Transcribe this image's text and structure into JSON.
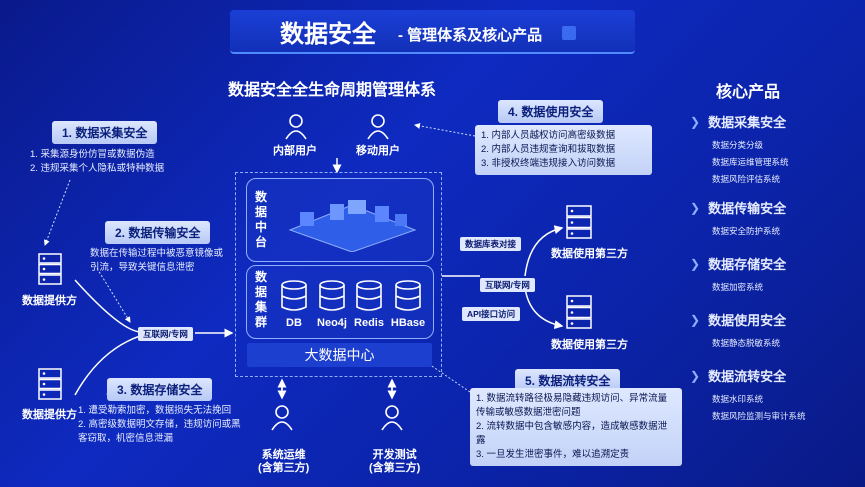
{
  "header": {
    "title": "数据安全",
    "subtitle": "- 管理体系及核心产品"
  },
  "lifecycle_title": "数据安全全生命周期管理体系",
  "core_title": "核心产品",
  "stages": {
    "s1": {
      "title": "1. 数据采集安全",
      "items": [
        "1. 采集源身份仿冒或数据伪造",
        "2. 违规采集个人隐私或特种数据"
      ]
    },
    "s2": {
      "title": "2. 数据传输安全",
      "text": "数据在传输过程中被恶意镜像或引流，导致关键信息泄密"
    },
    "s3": {
      "title": "3. 数据存储安全",
      "items": [
        "1. 遭受勒索加密，数据损失无法挽回",
        "2. 高密级数据明文存储，违规访问或黑客窃取，机密信息泄漏"
      ]
    },
    "s4": {
      "title": "4. 数据使用安全",
      "items": [
        "1. 内部人员越权访问高密级数据",
        "2. 内部人员违规查询和拔取数据",
        "3. 非授权终端违规接入访问数据"
      ]
    },
    "s5": {
      "title": "5. 数据流转安全",
      "items": [
        "1. 数据流转路径极易隐藏违规访问、异常流量传输或敏感数据泄密问题",
        "2. 流转数据中包含敏感内容，造成敏感数据泄露",
        "3. 一旦发生泄密事件，难以追溯定责"
      ]
    }
  },
  "users": {
    "internal": "内部用户",
    "mobile": "移动用户"
  },
  "center": {
    "platform_label": "数据中台",
    "cluster_label": "数据集群",
    "bigdata": "大数据中心",
    "dbs": [
      "DB",
      "Neo4j",
      "Redis",
      "HBase"
    ]
  },
  "left_nodes": [
    "数据提供方",
    "数据提供方"
  ],
  "network_label": "互联网/专网",
  "right": {
    "db_link": "数据库表对接",
    "api": "API接口访问",
    "net": "互联网/专网",
    "third1": "数据使用第三方",
    "third2": "数据使用第三方"
  },
  "bottom": {
    "ops": [
      "系统运维",
      "(含第三方)"
    ],
    "dev": [
      "开发测试",
      "(含第三方)"
    ]
  },
  "products": [
    {
      "name": "数据采集安全",
      "items": [
        "数据分类分级",
        "数据库运维管理系统",
        "数据风险评估系统"
      ]
    },
    {
      "name": "数据传输安全",
      "items": [
        "数据安全防护系统"
      ]
    },
    {
      "name": "数据存储安全",
      "items": [
        "数据加密系统"
      ]
    },
    {
      "name": "数据使用安全",
      "items": [
        "数据静态脱敏系统"
      ]
    },
    {
      "name": "数据流转安全",
      "items": [
        "数据水印系统",
        "数据风险监测与审计系统"
      ]
    }
  ],
  "colors": {
    "bg": "#0e2ac0",
    "accent": "#4f8bff",
    "panel_text": "#0a1650"
  }
}
